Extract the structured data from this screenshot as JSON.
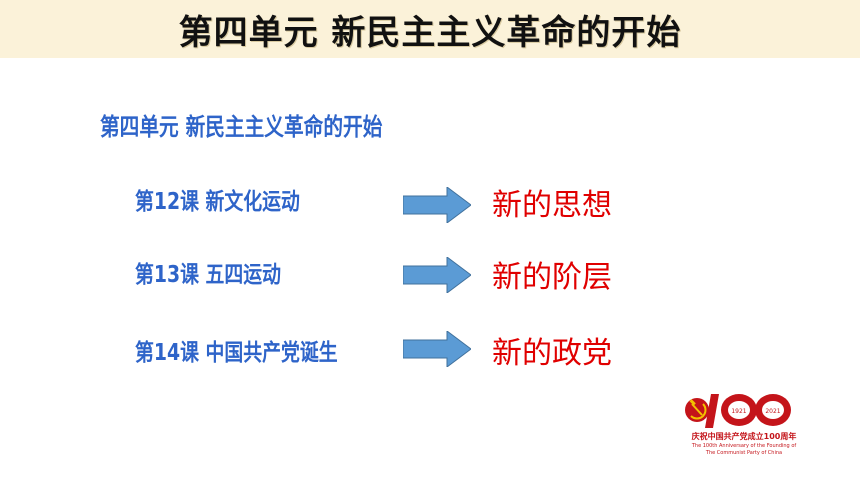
{
  "slide": {
    "title": "第四单元  新民主主义革命的开始",
    "unit_heading": "第四单元 新民主主义革命的开始",
    "lessons": [
      {
        "label": "第12课 新文化运动",
        "result": "新的思想"
      },
      {
        "label": "第13课 五四运动",
        "result": "新的阶层"
      },
      {
        "label": "第14课 中国共产党诞生",
        "result": "新的政党"
      }
    ]
  },
  "logo": {
    "number": "100",
    "year_left": "1921",
    "year_right": "2021",
    "caption": "庆祝中国共产党成立100周年",
    "sub_line1": "The 100th Anniversary of the Founding of",
    "sub_line2": "The Communist Party of China",
    "icon": "hammer-sickle-icon"
  },
  "colors": {
    "title_band": "#fbf2d9",
    "lesson_text": "#2e64c9",
    "result_text": "#e00000",
    "arrow_fill": "#5b9bd5",
    "logo_red": "#c4141a",
    "logo_gold": "#f2c200"
  }
}
